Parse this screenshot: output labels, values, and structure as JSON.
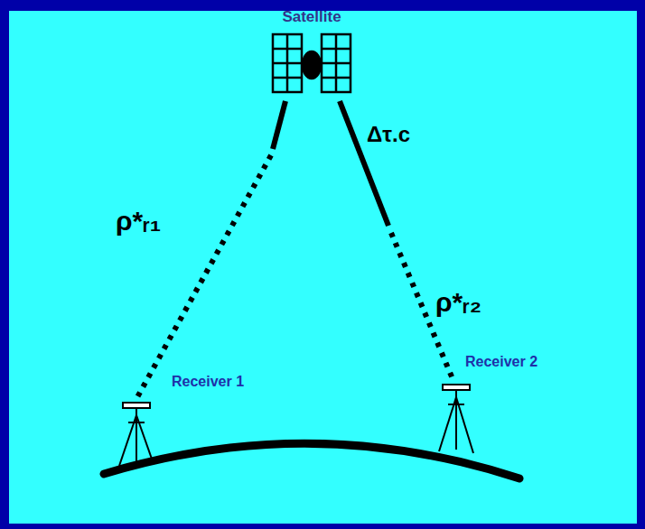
{
  "diagram": {
    "labels": [
      "Satellite",
      "ρ*ᵣ₁",
      "Δτ.c",
      "ρ*ᵣ₂",
      "Receiver 1",
      "Receiver 2"
    ]
  }
}
